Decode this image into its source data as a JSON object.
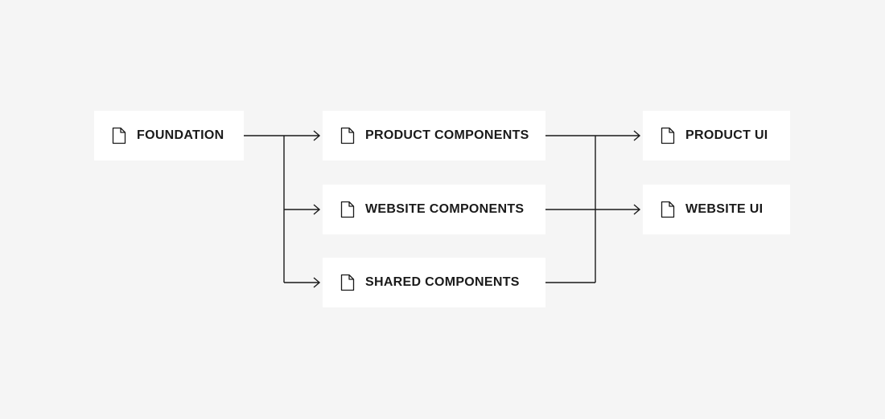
{
  "diagram": {
    "nodes": {
      "foundation": {
        "label": "FOUNDATION",
        "icon": "file-icon"
      },
      "product_components": {
        "label": "PRODUCT COMPONENTS",
        "icon": "file-icon"
      },
      "website_components": {
        "label": "WEBSITE COMPONENTS",
        "icon": "file-icon"
      },
      "shared_components": {
        "label": "SHARED COMPONENTS",
        "icon": "file-icon"
      },
      "product_ui": {
        "label": "PRODUCT UI",
        "icon": "file-icon"
      },
      "website_ui": {
        "label": "WEBSITE UI",
        "icon": "file-icon"
      }
    },
    "edges": [
      {
        "from": "FOUNDATION",
        "to": "PRODUCT COMPONENTS"
      },
      {
        "from": "FOUNDATION",
        "to": "WEBSITE COMPONENTS"
      },
      {
        "from": "FOUNDATION",
        "to": "SHARED COMPONENTS"
      },
      {
        "from": "PRODUCT COMPONENTS",
        "to": "PRODUCT UI"
      },
      {
        "from": "SHARED COMPONENTS",
        "to": "PRODUCT UI"
      },
      {
        "from": "WEBSITE COMPONENTS",
        "to": "WEBSITE UI"
      },
      {
        "from": "SHARED COMPONENTS",
        "to": "WEBSITE UI"
      }
    ],
    "colors": {
      "background": "#f5f5f5",
      "node_fill": "#ffffff",
      "line": "#1a1a1a",
      "text": "#1a1a1a"
    }
  }
}
